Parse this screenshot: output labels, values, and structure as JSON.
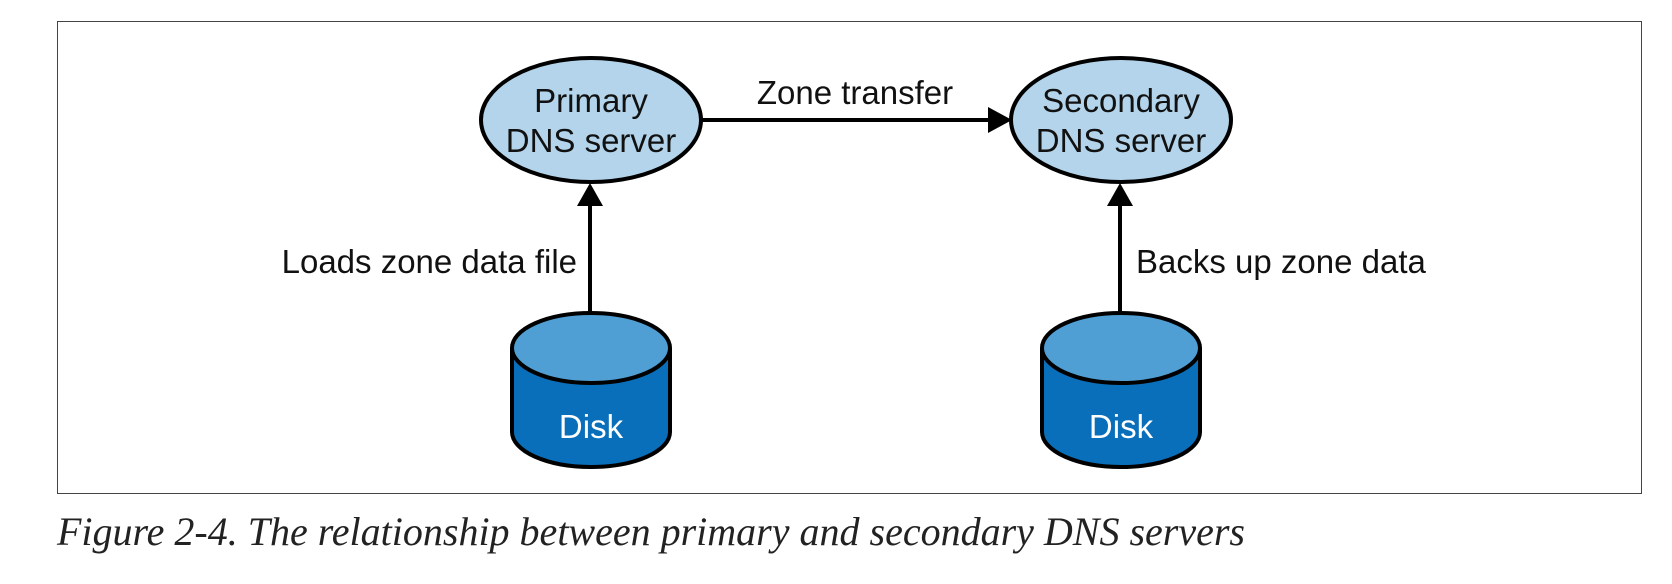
{
  "diagram": {
    "nodes": {
      "primary": {
        "line1": "Primary",
        "line2": "DNS server"
      },
      "secondary": {
        "line1": "Secondary",
        "line2": "DNS server"
      },
      "disk_left": {
        "label": "Disk"
      },
      "disk_right": {
        "label": "Disk"
      }
    },
    "edges": {
      "zone_transfer": "Zone transfer",
      "loads": "Loads zone data file",
      "backs_up": "Backs up zone data"
    }
  },
  "caption": "Figure 2-4. The relationship between primary and secondary DNS servers",
  "colors": {
    "server_fill": "#b3d4ea",
    "disk_top": "#4f9fd4",
    "disk_body": "#0a6fba",
    "stroke": "#000000"
  }
}
